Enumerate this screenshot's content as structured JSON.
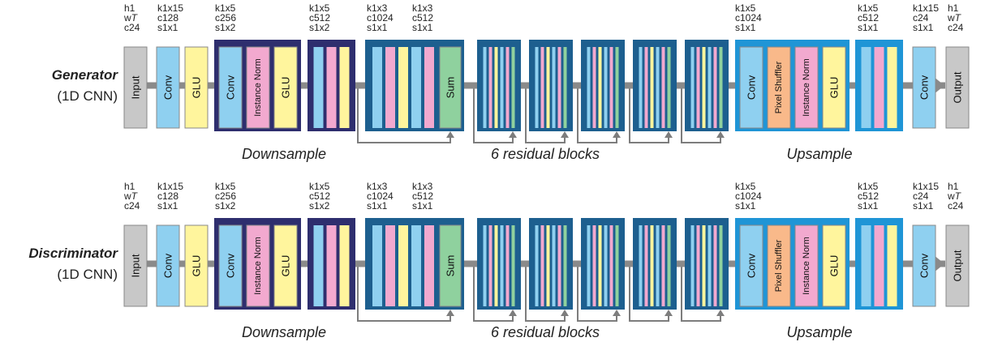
{
  "rows": [
    {
      "title": "Generator",
      "subtitle": "(1D CNN)",
      "params": [
        "h1\nw_T_\nc24",
        "k1x15\nc128\ns1x1",
        "k1x5\nc256\ns1x2",
        "k1x5\nc512\ns1x2",
        "k1x3\nc1024\ns1x1",
        "k1x3\nc512\ns1x1",
        "k1x5\nc1024\ns1x1",
        "k1x5\nc512\ns1x1",
        "k1x15\nc24\ns1x1",
        "h1\nw_T_\nc24"
      ]
    },
    {
      "title": "Discriminator",
      "subtitle": "(1D CNN)",
      "params": [
        "h1\nw_T_\nc24",
        "k1x15\nc128\ns1x1",
        "k1x5\nc256\ns1x2",
        "k1x5\nc512\ns1x2",
        "k1x3\nc1024\ns1x1",
        "k1x3\nc512\ns1x1",
        "k1x5\nc1024\ns1x1",
        "k1x5\nc512\ns1x1",
        "k1x15\nc24\ns1x1",
        "h1\nw_T_\nc24"
      ]
    }
  ],
  "layers": {
    "input": "Input",
    "conv": "Conv",
    "glu": "GLU",
    "instance_norm": "Instance Norm",
    "sum": "Sum",
    "pixel_shuffler": "Pixel Shuffler",
    "output": "Output"
  },
  "sections": {
    "downsample": "Downsample",
    "residual": "6 residual blocks",
    "upsample": "Upsample"
  },
  "colors": {
    "input": "#c8c8c8",
    "conv": "#8fd0f0",
    "glu": "#fff59d",
    "instance_norm": "#f2a9cf",
    "sum": "#8fd19e",
    "pixel_shuffler": "#f9b98a",
    "output": "#c8c8c8",
    "downsample_border": "#2e2e6e",
    "residual_fill": "#1d5f8f",
    "upsample_fill": "#1f95d6",
    "connector": "#8a8a8a",
    "skip_line": "#7d7d7d"
  },
  "icons": [
    "arrow-right-icon",
    "skip-connection-arrow-icon"
  ]
}
